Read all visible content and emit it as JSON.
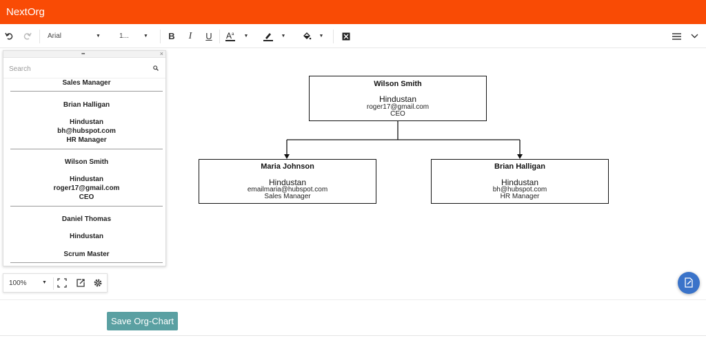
{
  "app": {
    "title": "NextOrg"
  },
  "toolbar": {
    "font_family": "Arial",
    "font_size": "1..."
  },
  "search": {
    "placeholder": "Search"
  },
  "employee_list": [
    {
      "lines": [
        "Sales Manager"
      ]
    },
    {
      "lines": [
        "Brian Halligan",
        "",
        "Hindustan",
        "bh@hubspot.com",
        "HR Manager"
      ]
    },
    {
      "lines": [
        "Wilson Smith",
        "",
        "Hindustan",
        "roger17@gmail.com",
        "CEO"
      ]
    },
    {
      "lines": [
        "Daniel Thomas",
        "",
        "Hindustan",
        "",
        "Scrum Master"
      ]
    }
  ],
  "zoom": {
    "value": "100%"
  },
  "chart": {
    "root": {
      "name": "Wilson Smith",
      "country": "Hindustan",
      "email": "roger17@gmail.com",
      "role": "CEO"
    },
    "left": {
      "name": "Maria Johnson",
      "country": "Hindustan",
      "email": "emailmaria@hubspot.com",
      "role": "Sales Manager"
    },
    "right": {
      "name": "Brian Halligan",
      "country": "Hindustan",
      "email": "bh@hubspot.com",
      "role": "HR Manager"
    }
  },
  "actions": {
    "save_label": "Save Org-Chart"
  },
  "colors": {
    "topbar": "#f94b05",
    "save_button": "#5aa0a2",
    "fab": "#3a73c9"
  }
}
